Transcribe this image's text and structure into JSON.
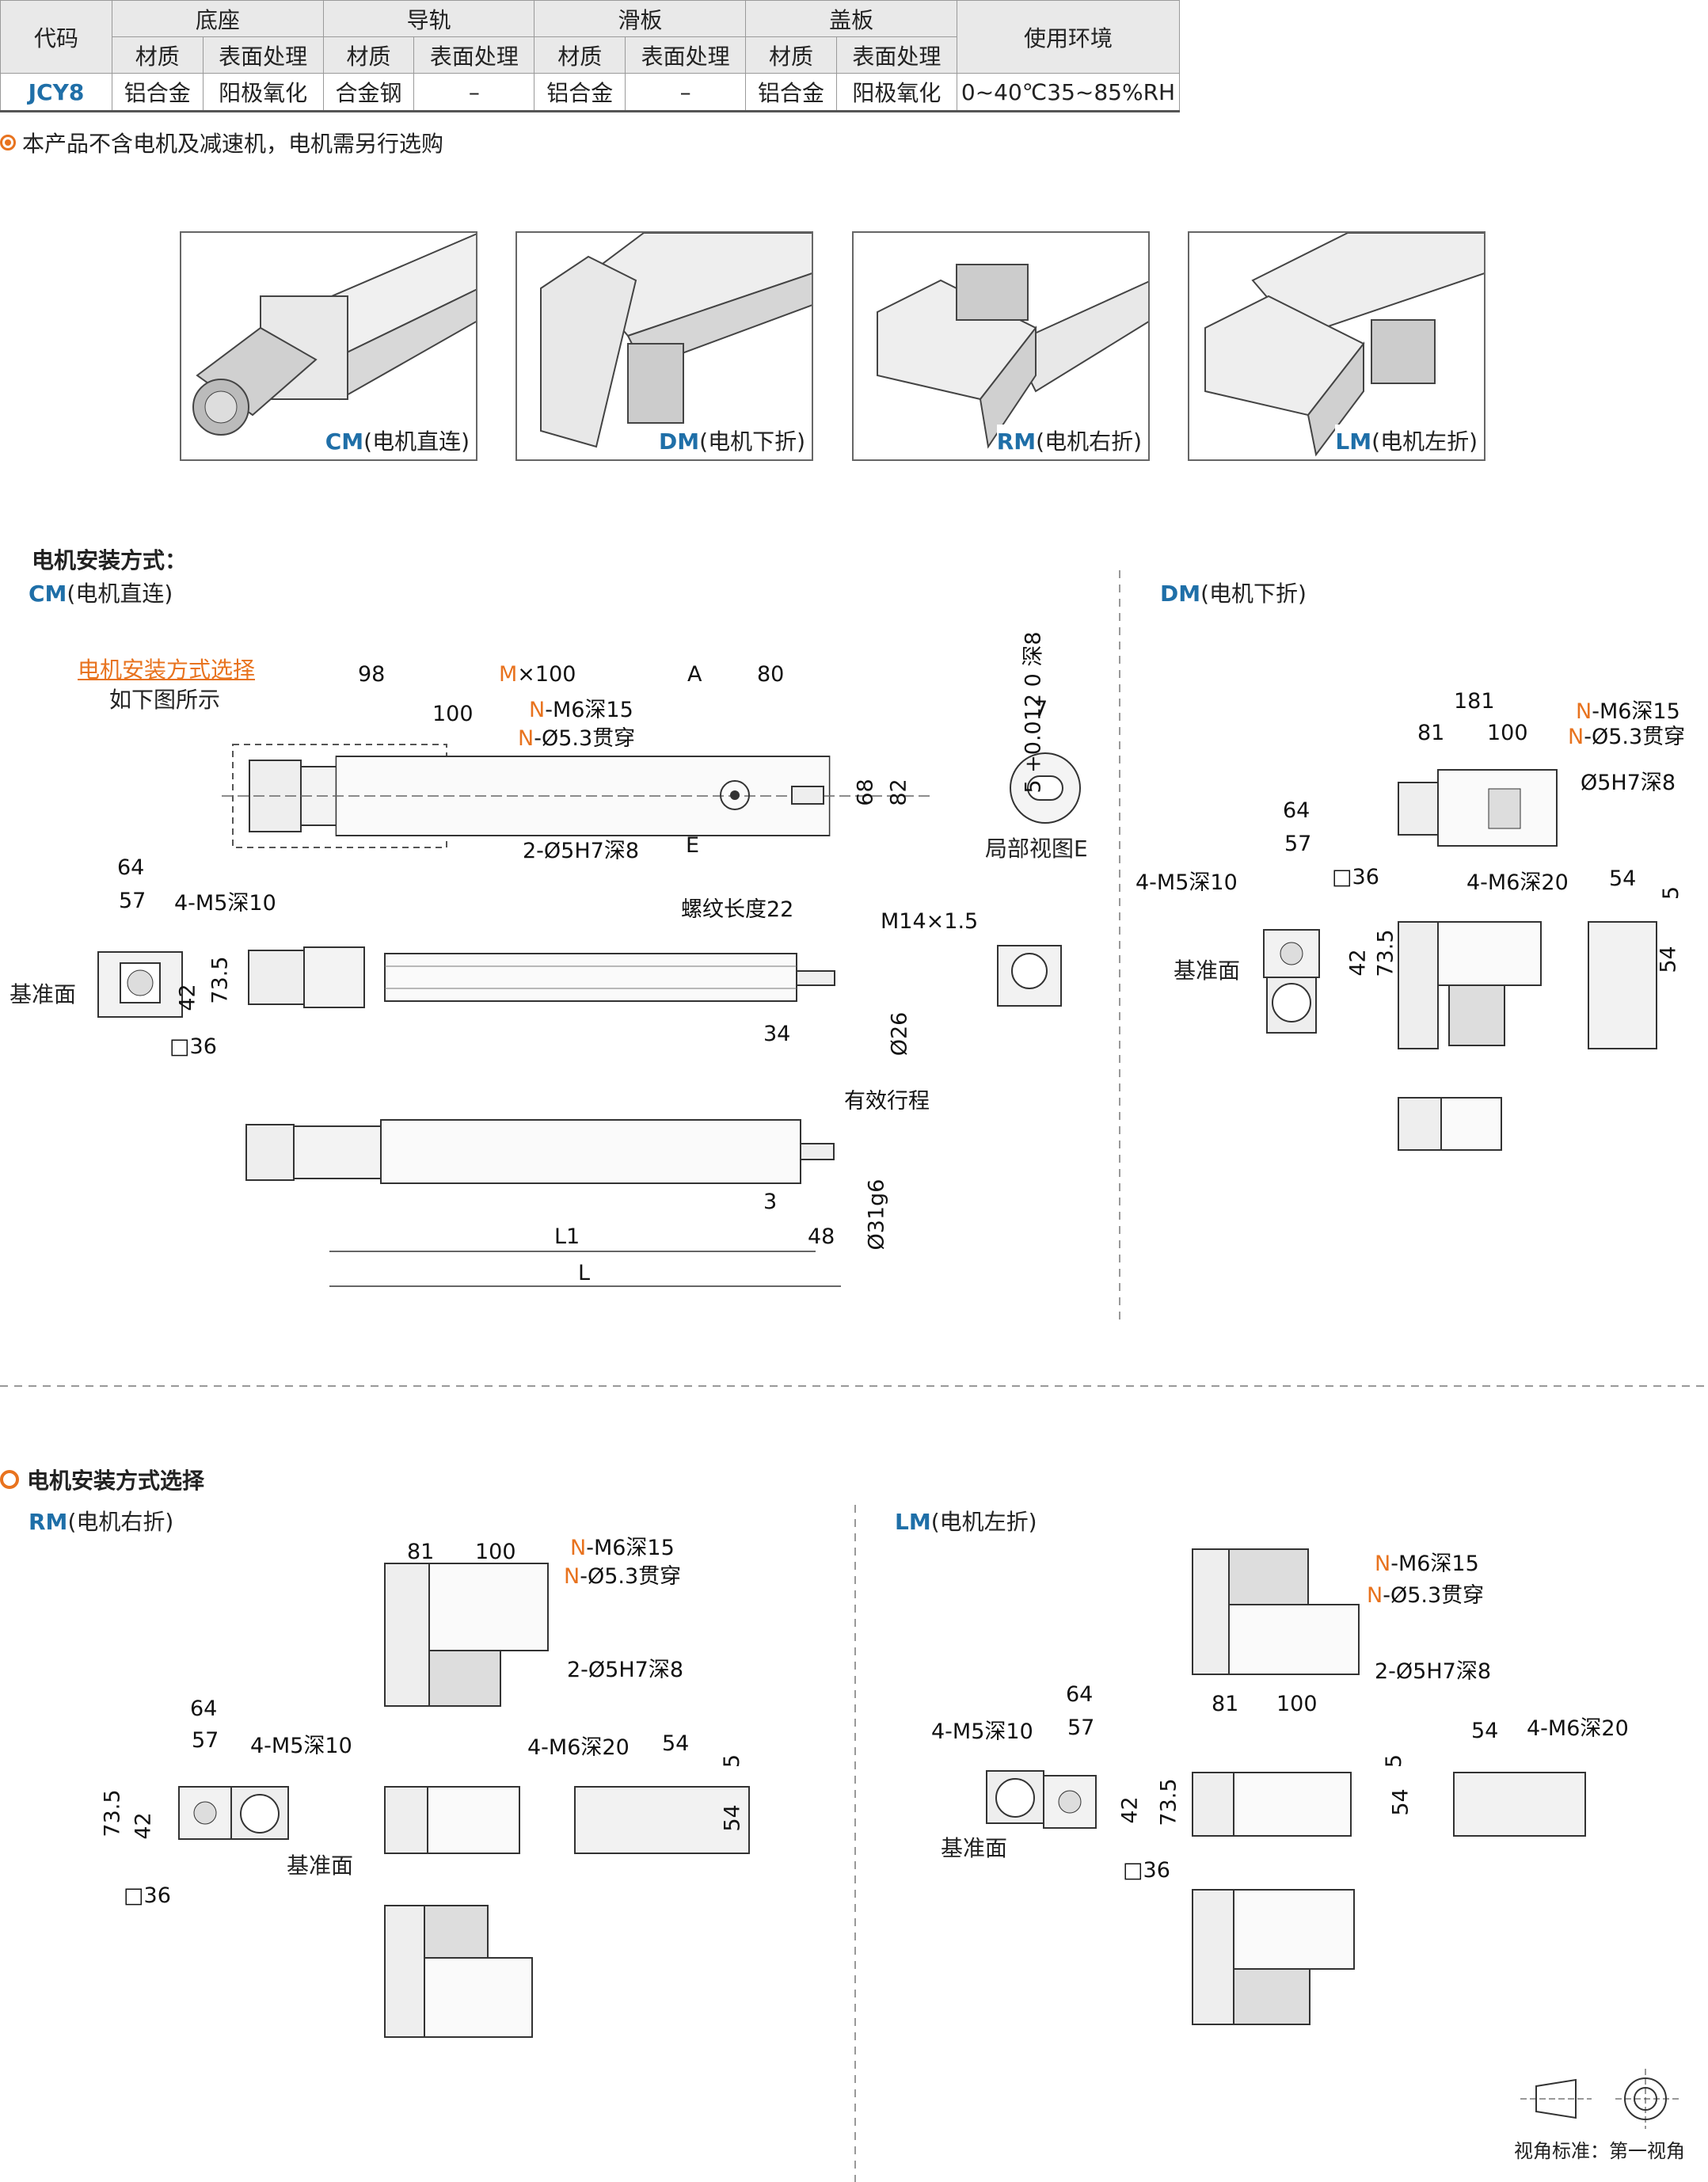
{
  "table": {
    "headers": {
      "code": "代码",
      "base": "底座",
      "rail": "导轨",
      "slider": "滑板",
      "cover": "盖板",
      "env": "使用环境"
    },
    "subheaders": {
      "base_material": "材质",
      "base_surface": "表面处理",
      "rail_material": "材质",
      "rail_surface": "表面处理",
      "slider_material": "材质",
      "slider_surface": "表面处理",
      "cover_material": "材质",
      "cover_surface": "表面处理"
    },
    "row": {
      "code": "JCY8",
      "base_material": "铝合金",
      "base_surface": "阳极氧化",
      "rail_material": "合金钢",
      "rail_surface": "–",
      "slider_material": "铝合金",
      "slider_surface": "–",
      "cover_material": "铝合金",
      "cover_surface": "阳极氧化",
      "env": "0~40℃35~85%RH"
    }
  },
  "note": "本产品不含电机及减速机，电机需另行选购",
  "photos": [
    {
      "code": "CM",
      "label": "(电机直连)"
    },
    {
      "code": "DM",
      "label": "(电机下折)"
    },
    {
      "code": "RM",
      "label": "(电机右折)"
    },
    {
      "code": "LM",
      "label": "(电机左折)"
    }
  ],
  "section1": {
    "title": "电机安装方式：",
    "cm": {
      "code": "CM",
      "label": "(电机直连)"
    },
    "dm": {
      "code": "DM",
      "label": "(电机下折)"
    },
    "motor_select": "电机安装方式选择",
    "as_shown": "如下图所示",
    "local_view": "局部视图E"
  },
  "section2": {
    "title": "电机安装方式选择",
    "rm": {
      "code": "RM",
      "label": "(电机右折)"
    },
    "lm": {
      "code": "LM",
      "label": "(电机左折)"
    }
  },
  "dims": {
    "d98": "98",
    "m100": "M",
    "x100": "×100",
    "a": "A",
    "d80": "80",
    "d100": "100",
    "n": "N",
    "m6_15": "-M6深15",
    "phi53": "-Ø5.3贯穿",
    "two_phi5": "2-Ø5H7深8",
    "e": "E",
    "d68": "68",
    "d82": "82",
    "d5tol": "5 +0.012 0 深8",
    "d7": "7",
    "d64": "64",
    "d57": "57",
    "m5_10": "4-M5深10",
    "ref_face": "基准面",
    "d73_5": "73.5",
    "d42": "42",
    "sq36": "□36",
    "thread_len": "螺纹长度22",
    "m14": "M14×1.5",
    "d34": "34",
    "d26": "Ø26",
    "stroke": "有效行程",
    "d3": "3",
    "d48": "48",
    "d31": "Ø31g6",
    "l1": "L1",
    "l": "L",
    "d181": "181",
    "d81": "81",
    "phi5h7": "Ø5H7深8",
    "m6_20": "4-M6深20",
    "d54": "54",
    "d5": "5"
  },
  "view_note": "视角标准：第一视角"
}
